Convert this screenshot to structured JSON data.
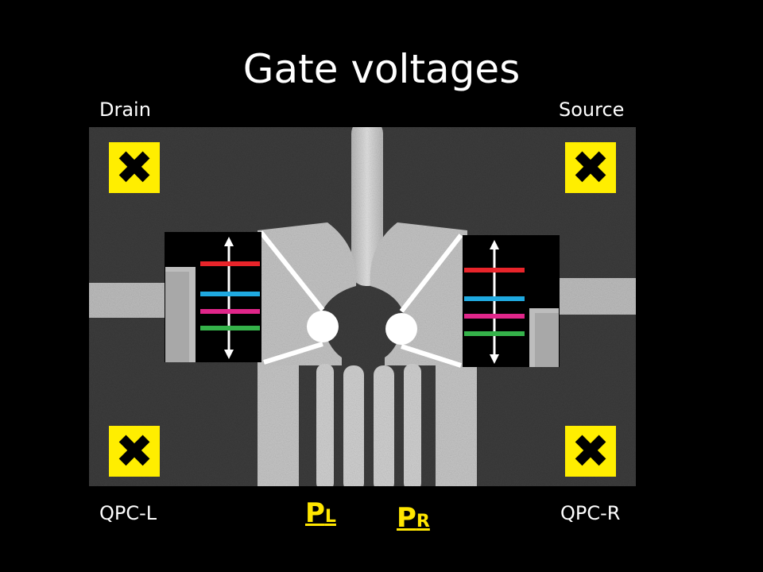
{
  "title": "Gate voltages",
  "labels": {
    "drain": "Drain",
    "source": "Source",
    "qpc_left": "QPC-L",
    "qpc_right": "QPC-R"
  },
  "plungers": {
    "left": {
      "main": "P",
      "sub": "L"
    },
    "right": {
      "main": "P",
      "sub": "R"
    }
  },
  "contacts": {
    "glyph": "✖",
    "icon": "x-mark-icon",
    "fill": "#ffee00"
  },
  "level_colors": [
    "#e8242a",
    "#1fa9e0",
    "#e0268a",
    "#35b24a"
  ],
  "colors": {
    "background": "#000000",
    "plunger_label": "#ffe600",
    "sem_substrate": "#3a3a3a",
    "sem_gate": "#cfcfcf"
  }
}
